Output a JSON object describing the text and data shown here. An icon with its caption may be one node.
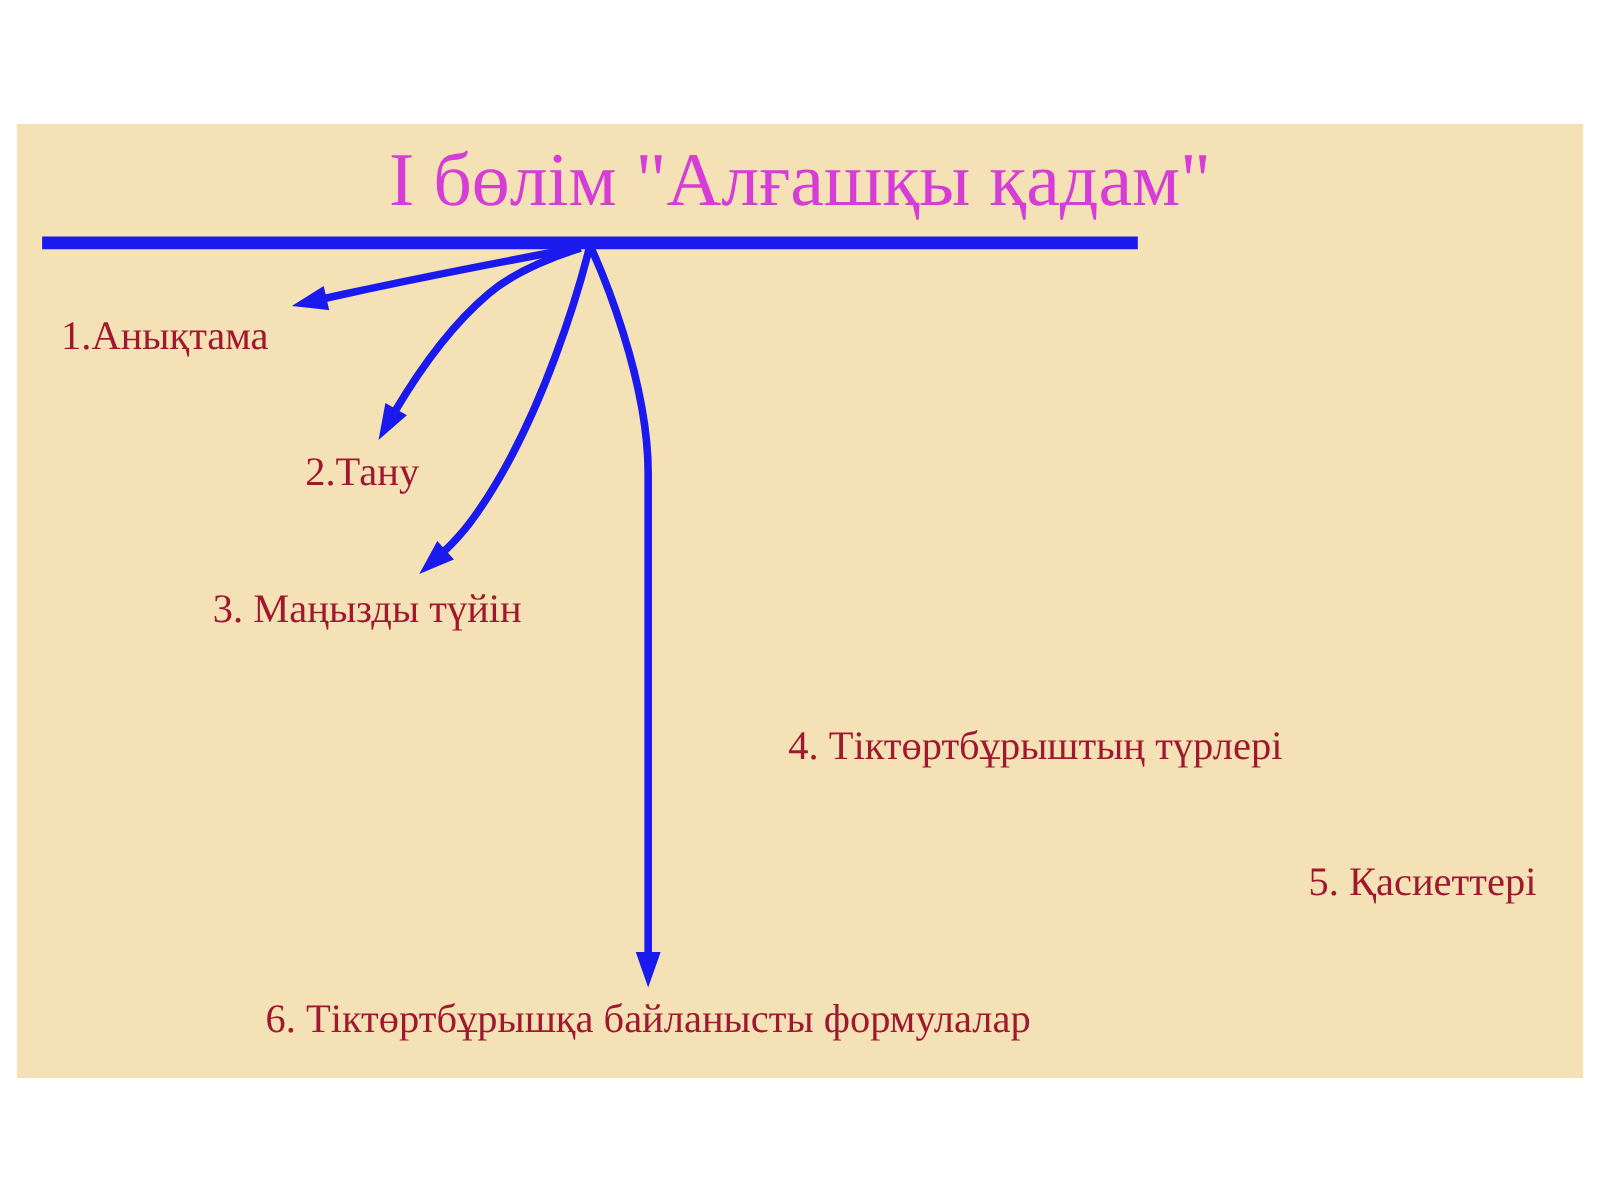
{
  "diagram": {
    "title": "І бөлім \"Алғашқы қадам\"",
    "nodes": [
      {
        "text": [],
        "shape": "bar"
      },
      {
        "text": [
          "1.Анықтама"
        ]
      },
      {
        "text": [
          "2.Тану"
        ]
      },
      {
        "text": [
          "3. Маңызды түйін"
        ]
      },
      {
        "text": [
          "6. Тіктөртбұрышқа байланысты формулалар"
        ]
      }
    ],
    "edges": [
      {
        "from": 0,
        "to": 1,
        "arrow": "to"
      },
      {
        "from": 0,
        "to": 2,
        "arrow": "to"
      },
      {
        "from": 0,
        "to": 3,
        "arrow": "to"
      },
      {
        "from": 0,
        "to": 4,
        "arrow": "to"
      }
    ],
    "labels": [
      "4. Тіктөртбұрыштың түрлері",
      "5. Қасиеттері"
    ]
  }
}
